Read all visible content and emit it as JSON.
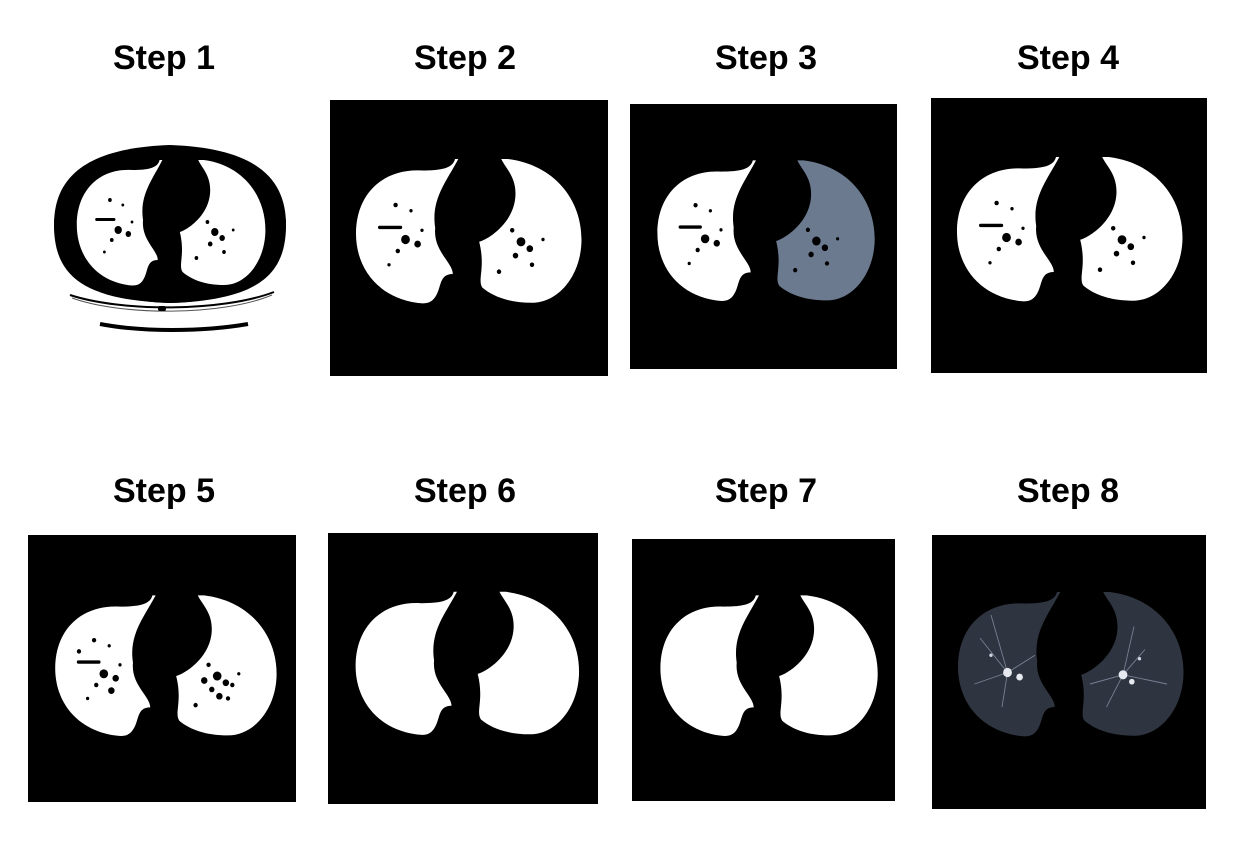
{
  "steps": [
    {
      "label": "Step 1"
    },
    {
      "label": "Step 2"
    },
    {
      "label": "Step 3"
    },
    {
      "label": "Step 4"
    },
    {
      "label": "Step 5"
    },
    {
      "label": "Step 6"
    },
    {
      "label": "Step 7"
    },
    {
      "label": "Step 8"
    }
  ],
  "colors": {
    "background": "#000000",
    "lung": "#ffffff",
    "highlight": "#6b7a8f",
    "tissue": "#2e3440"
  }
}
